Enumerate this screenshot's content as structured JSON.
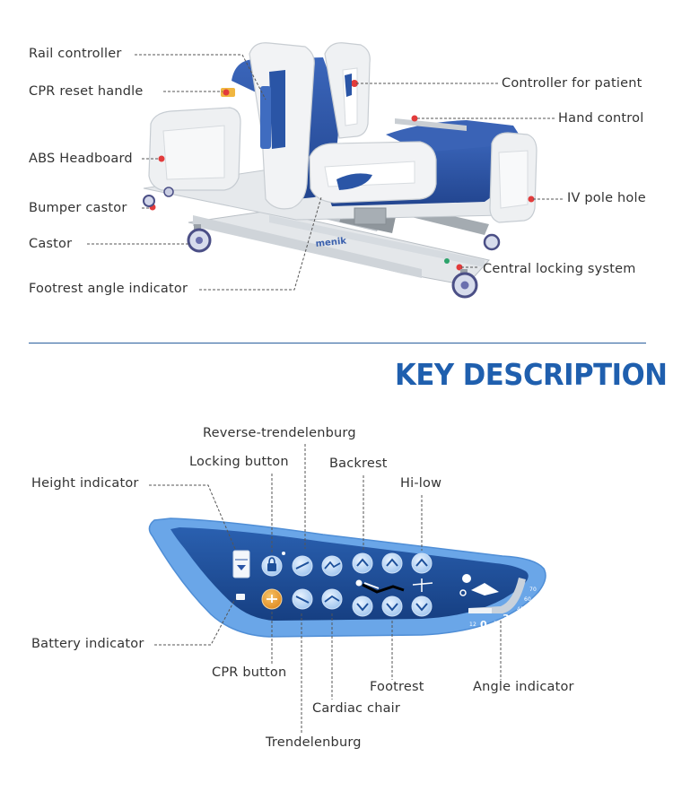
{
  "bed_labels": {
    "rail_controller": "Rail controller",
    "cpr_reset_handle": "CPR reset handle",
    "abs_headboard": "ABS Headboard",
    "bumper_castor": "Bumper castor",
    "castor": "Castor",
    "footrest_angle_indicator": "Footrest angle indicator",
    "controller_for_patient": "Controller for patient",
    "hand_control": "Hand control",
    "iv_pole_hole": "IV pole hole",
    "central_locking_system": "Central locking system"
  },
  "brand_mark": "menik",
  "section_title": "KEY DESCRIPTION",
  "panel_labels": {
    "reverse_trendelenburg": "Reverse-trendelenburg",
    "locking_button": "Locking button",
    "backrest": "Backrest",
    "hi_low": "Hi-low",
    "height_indicator": "Height indicator",
    "battery_indicator": "Battery indicator",
    "cpr_button": "CPR button",
    "footrest": "Footrest",
    "angle_indicator": "Angle indicator",
    "cardiac_chair": "Cardiac chair",
    "trendelenburg": "Trendelenburg"
  },
  "angle_scale": [
    "12",
    "0",
    "15",
    "30",
    "45",
    "60",
    "70"
  ],
  "colors": {
    "panel_outer": "#6aa6e8",
    "panel_inner": "#1c4f9a",
    "title": "#1f5fae",
    "mattress": "#2e56a8",
    "cpr_button": "#e8a23a"
  }
}
